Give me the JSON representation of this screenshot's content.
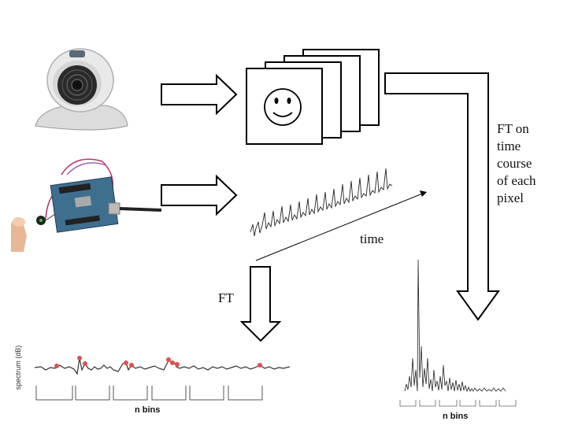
{
  "diagram": {
    "time_label": "time",
    "ft_label": "FT",
    "ft_pixel_label_lines": [
      "FT on",
      "time",
      "course",
      "of each",
      "pixel"
    ],
    "spectrum_axis_label": "spectrum (dB)",
    "left_bins_label": "n bins",
    "right_bins_label": "n bins"
  },
  "icons": {
    "webcam": "webcam-icon",
    "arduino": "arduino-pulse-sensor-icon",
    "face": "smiley-face-icon"
  }
}
